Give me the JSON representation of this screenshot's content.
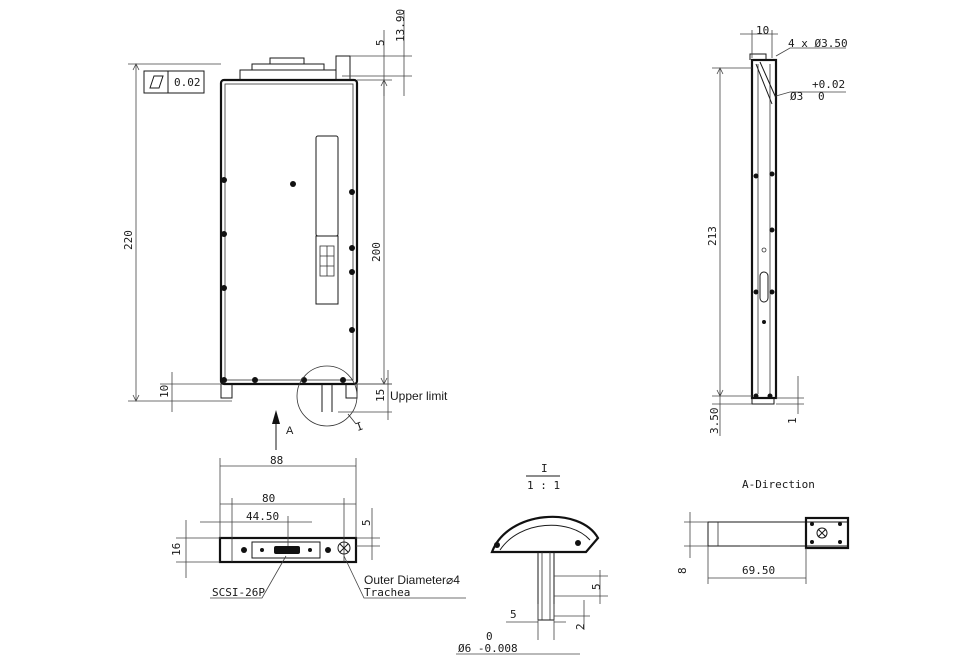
{
  "front_view": {
    "flatness_value": "0.02",
    "dim_overall_height": "220",
    "dim_body_height": "200",
    "dim_bottom_step": "10",
    "dim_top_step": "5",
    "dim_top_total": "13.90",
    "dim_trachea_limit": "15",
    "upper_limit_label": "Upper limit",
    "section_mark": "I",
    "view_arrow_label": "A"
  },
  "side_view": {
    "dim_width_top": "10",
    "dim_holes": "4 x Ø3.50",
    "dim_pin_tol_upper": "+0.02",
    "dim_pin_nominal": "Ø3",
    "dim_pin_tol_lower": "0",
    "dim_height": "213",
    "dim_bottom_offset": "3.50",
    "dim_bottom_right": "1"
  },
  "bottom_view": {
    "dim_total_width": "88",
    "dim_inner_width": "80",
    "dim_connector_offset": "44.50",
    "dim_top_step": "5",
    "dim_height": "16",
    "connector_label": "SCSI-26P",
    "trachea_label_line1": "Outer Diameter⌀4",
    "trachea_label_line2": "Trachea"
  },
  "detail_view": {
    "title_mark": "I",
    "scale": "1 : 1",
    "dim_width": "5",
    "dim_right_5": "5",
    "dim_right_2": "2",
    "dim_tol_upper": "0",
    "dim_diameter": "Ø6 -0.008"
  },
  "a_direction_view": {
    "title": "A-Direction",
    "dim_height": "8",
    "dim_width": "69.50"
  }
}
